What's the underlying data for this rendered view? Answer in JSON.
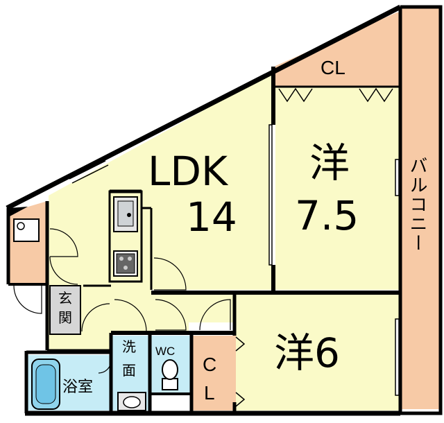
{
  "rooms": {
    "ldk": {
      "name": "LDK",
      "size": "14"
    },
    "western1": {
      "name": "洋",
      "size": "7.5"
    },
    "western2": {
      "name": "洋6"
    },
    "closet_top": {
      "name": "CL"
    },
    "closet_small": {
      "name": "C",
      "name2": "L"
    },
    "balcony": {
      "name": "バルコニー"
    },
    "genkan": {
      "line1": "玄",
      "line2": "関"
    },
    "washroom": {
      "line1": "洗",
      "line2": "面"
    },
    "toilet": {
      "name": "WC"
    },
    "bath": {
      "name": "浴室"
    }
  },
  "colors": {
    "room_yellow": "#fafac8",
    "closet_peach": "#f7caa6",
    "wet_blue": "#c6ecf6",
    "entry_gray": "#d6d6d6",
    "wall": "#000000"
  }
}
